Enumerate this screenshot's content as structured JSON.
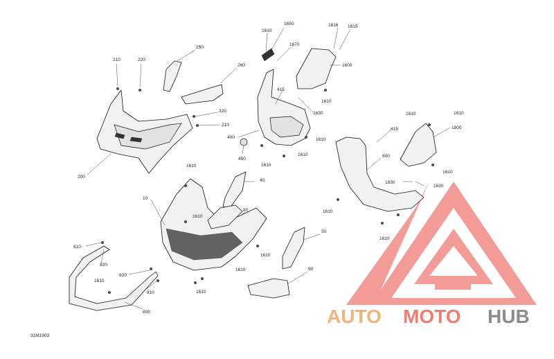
{
  "diagram_code": "31M1903",
  "callouts": [
    {
      "id": "c210a",
      "text": "210"
    },
    {
      "id": "c220a",
      "text": "220"
    },
    {
      "id": "c250",
      "text": "250"
    },
    {
      "id": "c260",
      "text": "260"
    },
    {
      "id": "c220b",
      "text": "220"
    },
    {
      "id": "c210b",
      "text": "210"
    },
    {
      "id": "c200",
      "text": "200"
    },
    {
      "id": "c1610a",
      "text": "1610"
    },
    {
      "id": "c1650",
      "text": "1650"
    },
    {
      "id": "c1670",
      "text": "1670"
    },
    {
      "id": "c1616",
      "text": "1616"
    },
    {
      "id": "c1615",
      "text": "1615"
    },
    {
      "id": "c1600",
      "text": "1600"
    },
    {
      "id": "c415a",
      "text": "415"
    },
    {
      "id": "c1610b",
      "text": "1610"
    },
    {
      "id": "c1630a",
      "text": "1630"
    },
    {
      "id": "c400",
      "text": "400"
    },
    {
      "id": "c450",
      "text": "450"
    },
    {
      "id": "c1610c",
      "text": "1610"
    },
    {
      "id": "c1610d",
      "text": "1610"
    },
    {
      "id": "c1610e",
      "text": "1610"
    },
    {
      "id": "c1610f",
      "text": "1610"
    },
    {
      "id": "c1800",
      "text": "1800"
    },
    {
      "id": "c415b",
      "text": "415"
    },
    {
      "id": "c600",
      "text": "600"
    },
    {
      "id": "c1610g",
      "text": "1610"
    },
    {
      "id": "c1830",
      "text": "1830"
    },
    {
      "id": "c1630b",
      "text": "1630"
    },
    {
      "id": "c1610h",
      "text": "1610"
    },
    {
      "id": "c1610i",
      "text": "1610"
    },
    {
      "id": "c1610j",
      "text": "1610"
    },
    {
      "id": "c40",
      "text": "40"
    },
    {
      "id": "c10",
      "text": "10"
    },
    {
      "id": "c1610k",
      "text": "1610"
    },
    {
      "id": "c1610l",
      "text": "1610"
    },
    {
      "id": "c80",
      "text": "80"
    },
    {
      "id": "c1610m",
      "text": "1610"
    },
    {
      "id": "c50",
      "text": "50"
    },
    {
      "id": "c1610n",
      "text": "1610"
    },
    {
      "id": "c810",
      "text": "810"
    },
    {
      "id": "c820a",
      "text": "820"
    },
    {
      "id": "c820b",
      "text": "820"
    },
    {
      "id": "c1610o",
      "text": "1610"
    },
    {
      "id": "c810b",
      "text": "810"
    },
    {
      "id": "c800",
      "text": "800"
    },
    {
      "id": "c1610p",
      "text": "1610"
    },
    {
      "id": "c90",
      "text": "90"
    }
  ],
  "watermark": {
    "part1": "AUTO",
    "part2": "MOTO",
    "part3": "HUB",
    "color1": "#f2b27a",
    "color2": "#ee7d72",
    "color3": "#8c8c8c",
    "logo_color": "#f08a85"
  }
}
